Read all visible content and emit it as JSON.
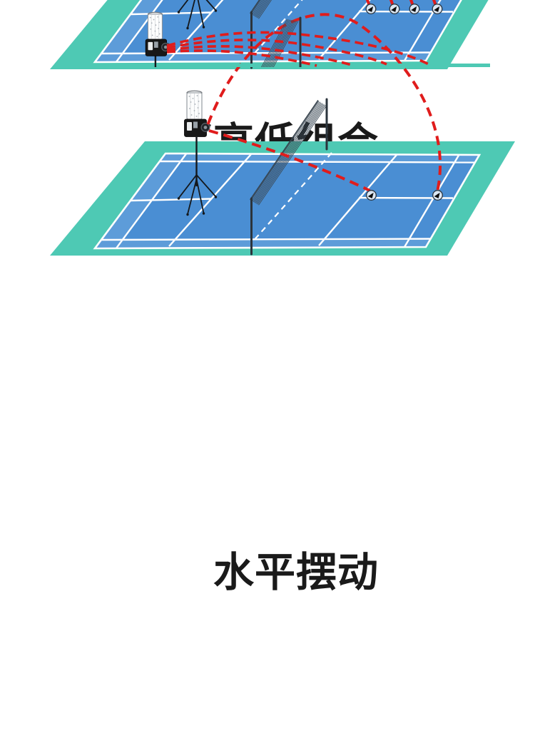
{
  "titles": {
    "high_low": "高低组合",
    "horizontal_swing": "水平摆动"
  },
  "colors": {
    "background": "#ffffff",
    "court_border_teal": "#4ec9b4",
    "court_blue": "#4a8ed3",
    "court_alley_blue": "#5d9cd9",
    "line_white": "#ffffff",
    "net_gray": "#3c4a56",
    "trajectory_red": "#e01c1c",
    "machine_black": "#181818",
    "title_text": "#1a1a1a"
  },
  "diagrams": {
    "top_partial": {
      "shuttlecock_landings": 4,
      "trajectory_lines": 4
    },
    "high_low_combination": {
      "shuttlecock_landings": 2,
      "trajectory_lines": 2
    },
    "horizontal_swing_partial": {
      "trajectory_lines": 4
    }
  }
}
